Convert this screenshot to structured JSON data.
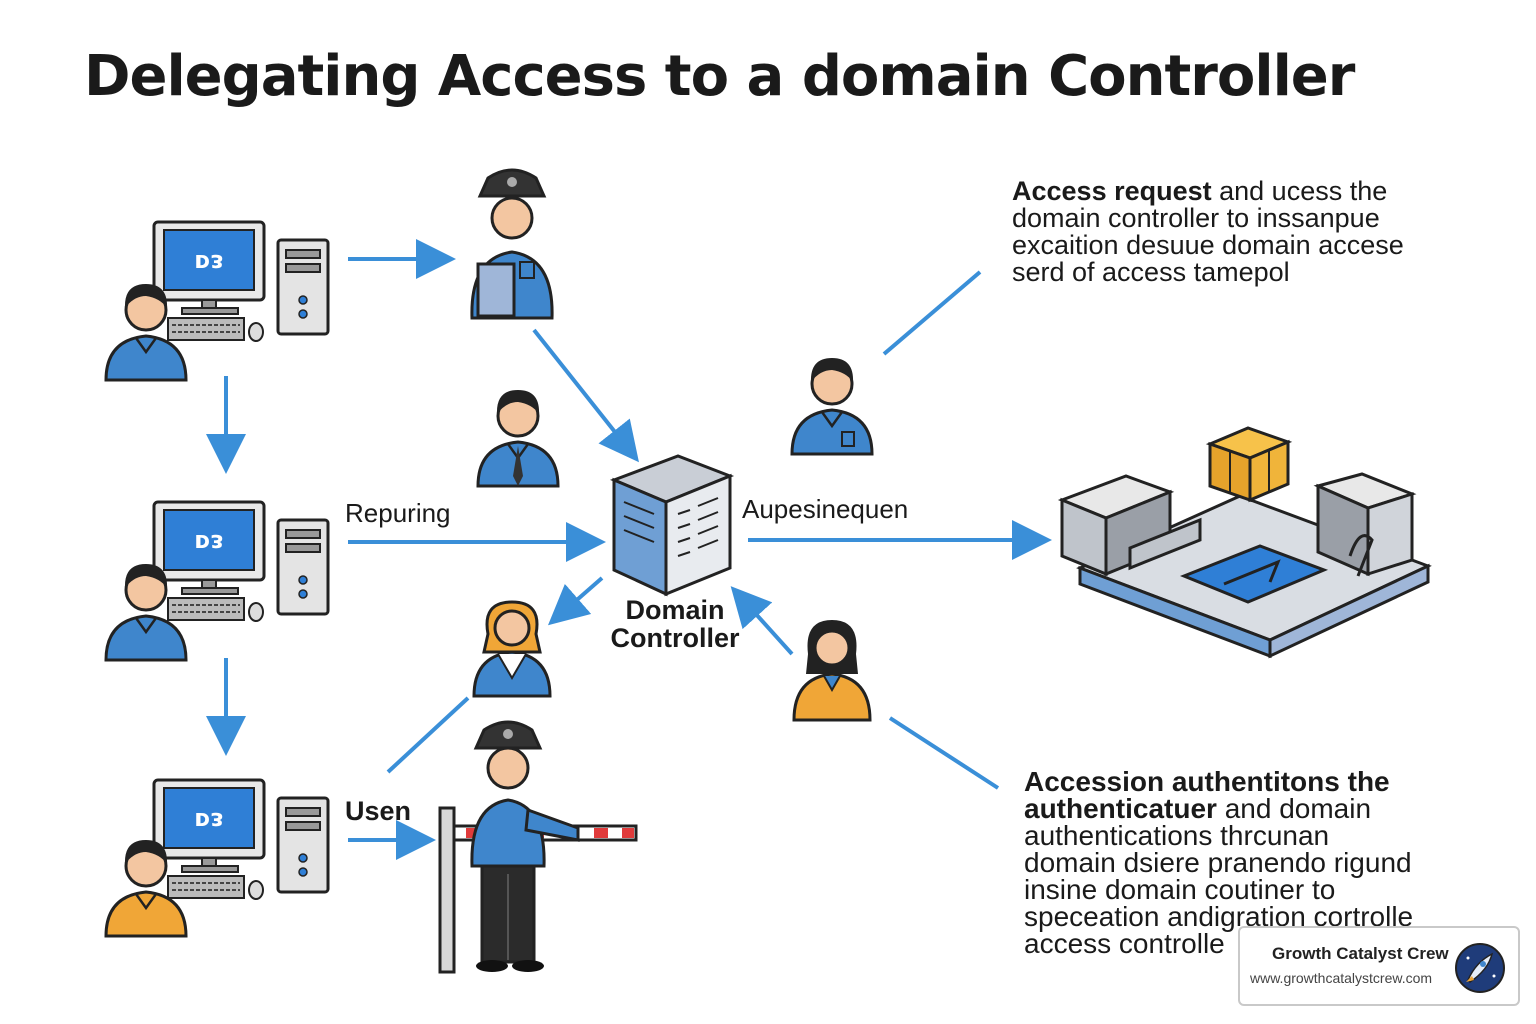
{
  "title": "Delegating Access to a domain Controller",
  "labels": {
    "repuring": "Repuring",
    "aupesinequen": "Aupesinequen",
    "usen": "Usen",
    "domain_controller_line1": "Domain",
    "domain_controller_line2": "Controller"
  },
  "access_request_text": {
    "bold": "Access request",
    "line1_rest": " and ucess the",
    "line2": "domain controller to inssanpue",
    "line3": "excaition deѕuue domain accese",
    "line4": "serd of access tamepol"
  },
  "authentication_text": {
    "line1_bold": "Accession authentitons the",
    "line2_bold": "authenticatuer",
    "line2_rest": " and domain",
    "line3": "authentications thrcunan",
    "line4": "domain dsiere pranendo rigund",
    "line5": "insine domain coutiner to",
    "line6": "speceation andigration cortrolle",
    "line7": "access controlle"
  },
  "badge": {
    "name": "Growth Catalyst Crew",
    "url": "www.growthcatalystcrew.com"
  },
  "colors": {
    "arrow": "#3a8fd8",
    "shirt_blue": "#3f86cc",
    "shirt_orange": "#f0a637",
    "screen": "#2f7fd6"
  },
  "icons": [
    "computer-user-icon",
    "security-guard-icon",
    "user-icon",
    "server-icon",
    "data-center-icon",
    "package-icon",
    "barrier-gate-icon",
    "rocket-logo-icon"
  ]
}
